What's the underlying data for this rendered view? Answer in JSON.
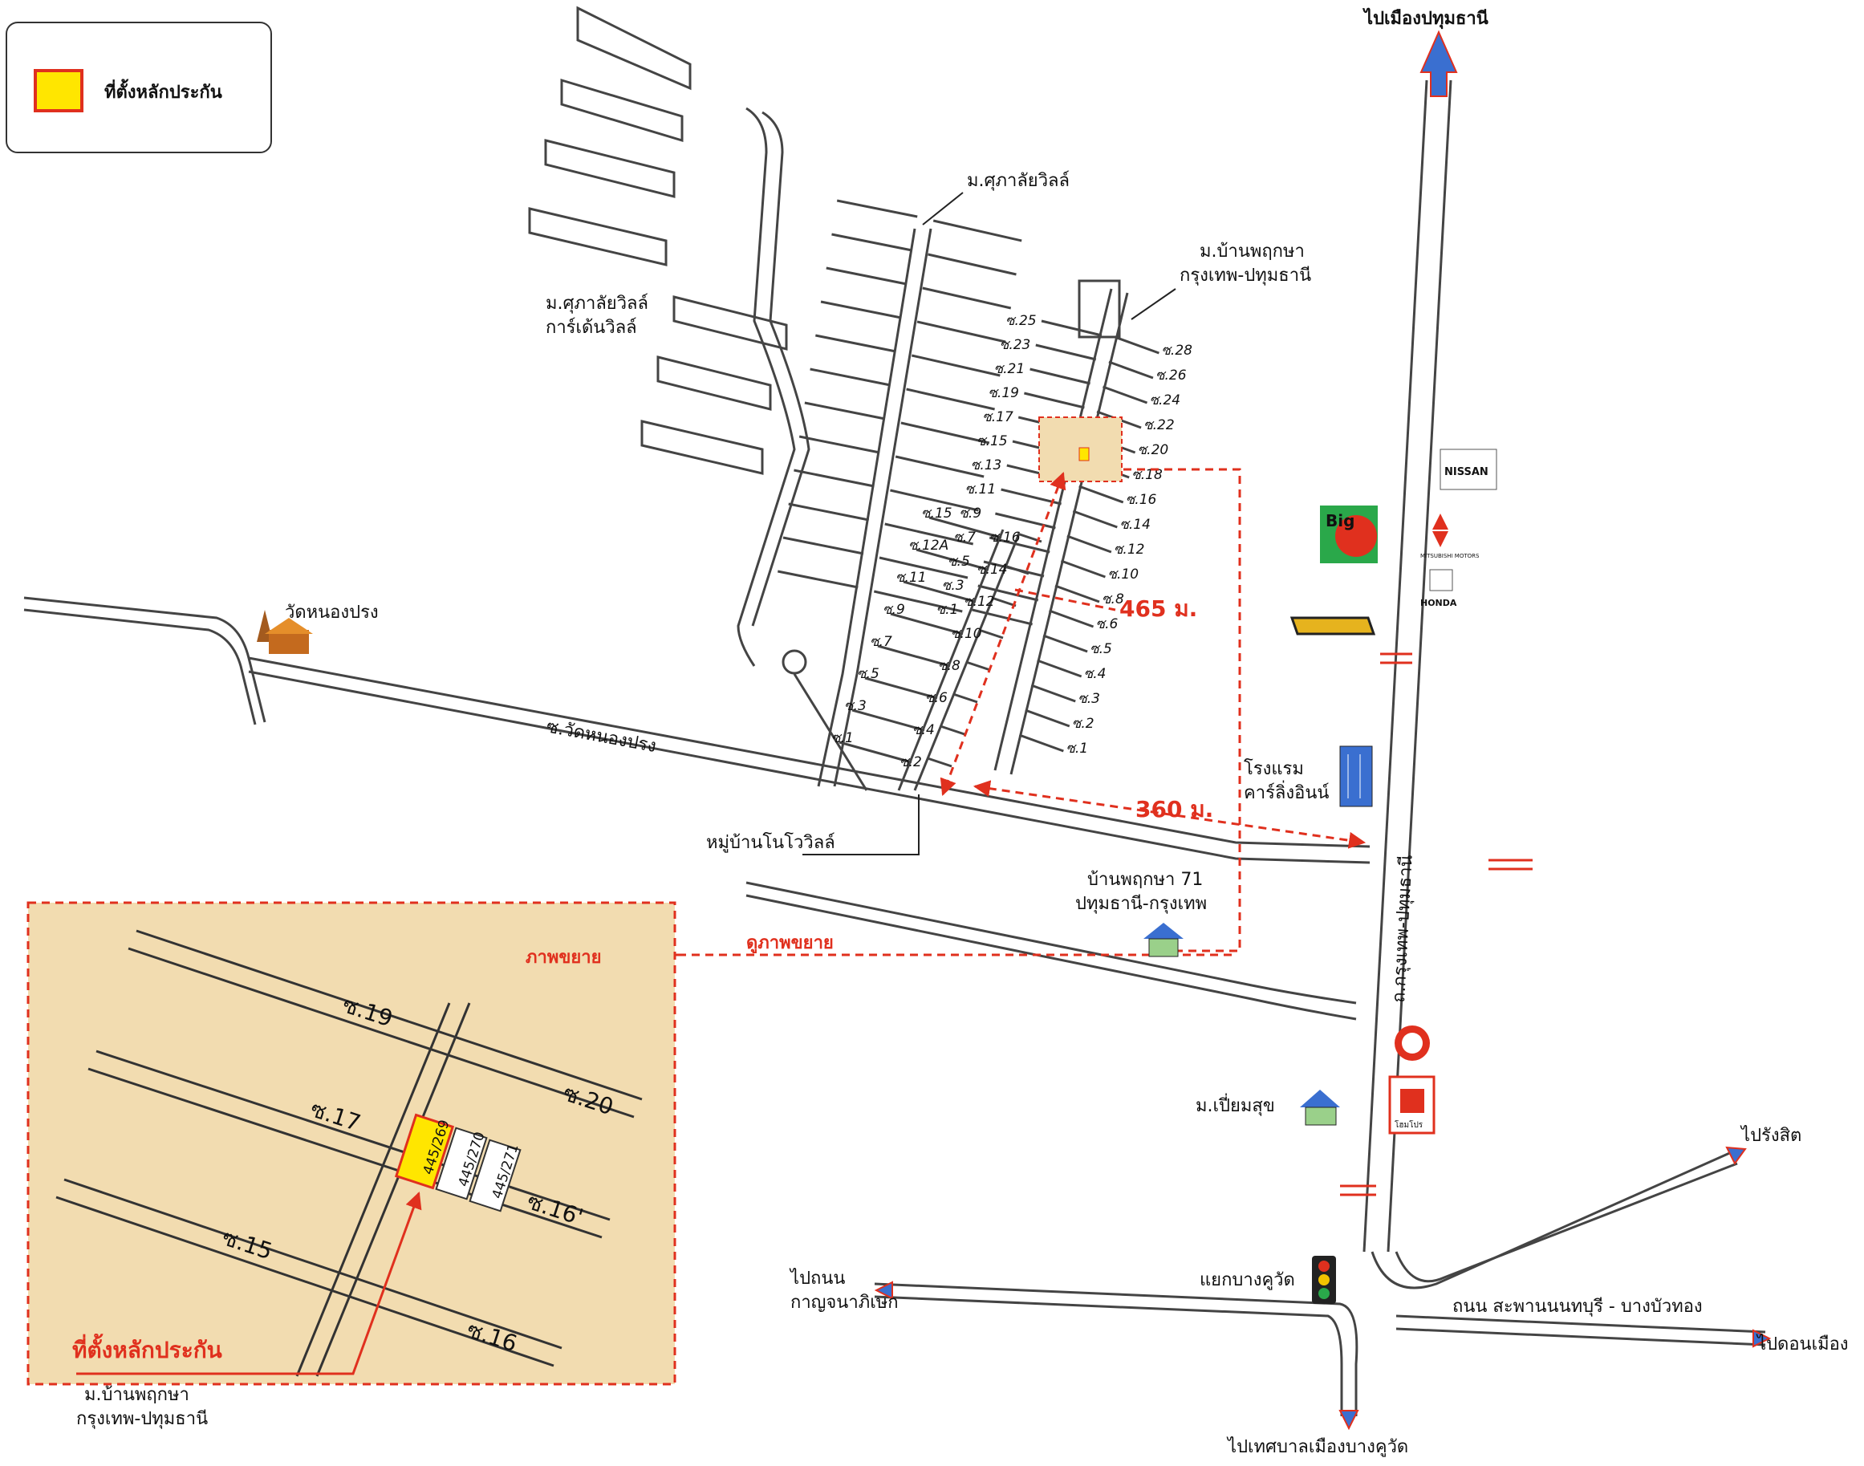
{
  "legend": {
    "title": "ที่ตั้งหลักประกัน",
    "swatch_fill": "#ffe600",
    "swatch_border": "#e0301e"
  },
  "colors": {
    "road": "#444444",
    "accent_red": "#e0301e",
    "arrow_blue": "#3a6fd0",
    "inset_bg": "#f2dcb0"
  },
  "labels": {
    "to_pathum": "ไปเมืองปทุมธานี",
    "supalai_ville": "ม.ศุภาลัยวิลล์",
    "supalai_garden_1": "ม.ศุภาลัยวิลล์",
    "supalai_garden_2": "การ์เด้นวิลล์",
    "pruksa_1": "ม.บ้านพฤกษา",
    "pruksa_2": "กรุงเทพ-ปทุมธานี",
    "wat": "วัดหนองปรง",
    "soi_wat": "ซ.วัดหนองปรง",
    "novo": "หมู่บ้านโนโววิลล์",
    "hotel_1": "โรงแรม",
    "hotel_2": "คาร์ลิ่งอินน์",
    "pruksa71_1": "บ้านพฤกษา 71",
    "pruksa71_2": "ปทุมธานี-กรุงเทพ",
    "see_enlarge": "ดูภาพขยาย",
    "main_road": "ถ.กรุงเทพ-ปทุมธานี",
    "pianhsuk": "ม.เปี่ยมสุข",
    "to_rangsit": "ไปรังสิต",
    "junction": "แยกบางคูวัด",
    "to_kanchana_1": "ไปถนน",
    "to_kanchana_2": "กาญจนาภิเษก",
    "bridge_road": "ถนน สะพานนนทบุรี - บางบัวทอง",
    "to_donmuang": "ไปดอนเมือง",
    "to_bangkuwat": "ไปเทศบาลเมืองบางคูวัด",
    "dist_465": "465 ม.",
    "dist_360": "360 ม."
  },
  "sois_left": [
    "ซ.25",
    "ซ.23",
    "ซ.21",
    "ซ.19",
    "ซ.17",
    "ซ.15",
    "ซ.13",
    "ซ.11",
    "ซ.9",
    "ซ.7",
    "ซ.5",
    "ซ.3",
    "ซ.1"
  ],
  "sois_right": [
    "ซ.28",
    "ซ.26",
    "ซ.24",
    "ซ.22",
    "ซ.20",
    "ซ.18",
    "ซ.16",
    "ซ.14",
    "ซ.12",
    "ซ.10",
    "ซ.8",
    "ซ.6",
    "ซ.5",
    "ซ.4",
    "ซ.3",
    "ซ.2",
    "ซ.1"
  ],
  "sois_novo_left": [
    "ซ.15",
    "ซ.12A",
    "ซ.11",
    "ซ.9",
    "ซ.7",
    "ซ.5",
    "ซ.3",
    "ซ.1"
  ],
  "sois_novo_right": [
    "ซ.16",
    "ซ.14",
    "ซ.12",
    "ซ.10",
    "ซ.8",
    "ซ.6",
    "ซ.4",
    "ซ.2"
  ],
  "brands": {
    "big": "Big",
    "nissan": "NISSAN",
    "mitsubishi": "MITSUBISHI MOTORS",
    "honda": "HONDA",
    "homepro": "โฮมโปร"
  },
  "inset": {
    "title": "ภาพขยาย",
    "soi_19": "ซ.19",
    "soi_20": "ซ.20",
    "soi_17": "ซ.17",
    "soi_16a": "ซ.16'",
    "soi_15": "ซ.15",
    "soi_16": "ซ.16",
    "lot_1": "445/269",
    "lot_2": "445/270",
    "lot_3": "445/271",
    "marker": "ที่ตั้งหลักประกัน",
    "village_1": "ม.บ้านพฤกษา",
    "village_2": "กรุงเทพ-ปทุมธานี"
  }
}
